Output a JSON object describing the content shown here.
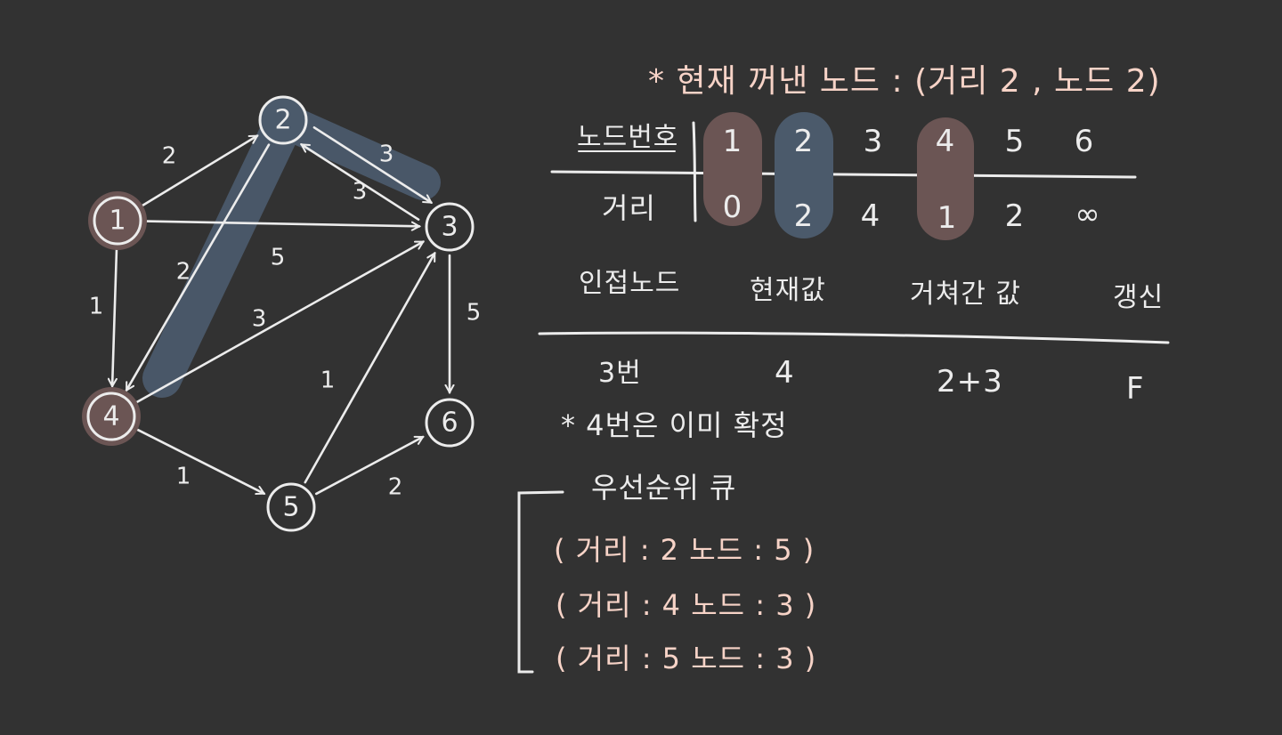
{
  "graph": {
    "nodes": [
      {
        "id": "1",
        "label": "1"
      },
      {
        "id": "2",
        "label": "2"
      },
      {
        "id": "3",
        "label": "3"
      },
      {
        "id": "4",
        "label": "4"
      },
      {
        "id": "5",
        "label": "5"
      },
      {
        "id": "6",
        "label": "6"
      }
    ],
    "edges": [
      {
        "from": "1",
        "to": "2",
        "weight": "2"
      },
      {
        "from": "1",
        "to": "3",
        "weight": "5"
      },
      {
        "from": "1",
        "to": "4",
        "weight": "1"
      },
      {
        "from": "2",
        "to": "3",
        "weight": "3"
      },
      {
        "from": "3",
        "to": "2",
        "weight": "3"
      },
      {
        "from": "2",
        "to": "4",
        "weight": "2"
      },
      {
        "from": "4",
        "to": "3",
        "weight": "3"
      },
      {
        "from": "4",
        "to": "5",
        "weight": "1"
      },
      {
        "from": "5",
        "to": "3",
        "weight": "1"
      },
      {
        "from": "5",
        "to": "6",
        "weight": "2"
      },
      {
        "from": "3",
        "to": "6",
        "weight": "5"
      }
    ],
    "colors": {
      "visited": "#6b5554",
      "current": "#4b5a6b",
      "line": "#ececec",
      "note": "#f7d3c7"
    }
  },
  "current_note": "* 현재 꺼낸 노드 : (거리 2 , 노드 2)",
  "distance_table": {
    "row_header_node": "노드번호",
    "row_header_dist": "거리",
    "nodes": [
      "1",
      "2",
      "3",
      "4",
      "5",
      "6"
    ],
    "distances": [
      "0",
      "2",
      "4",
      "1",
      "2",
      "∞"
    ]
  },
  "adjacency_table": {
    "headers": [
      "인접노드",
      "현재값",
      "거쳐간 값",
      "갱신"
    ],
    "row": [
      "3번",
      "4",
      "2+3",
      "F"
    ]
  },
  "note_confirmed": "* 4번은 이미 확정",
  "priority_queue": {
    "title": "우선순위 큐",
    "items": [
      "( 거리 : 2   노드 : 5 )",
      "( 거리 : 4   노드 : 3 )",
      "( 거리 : 5   노드 : 3 )"
    ]
  }
}
